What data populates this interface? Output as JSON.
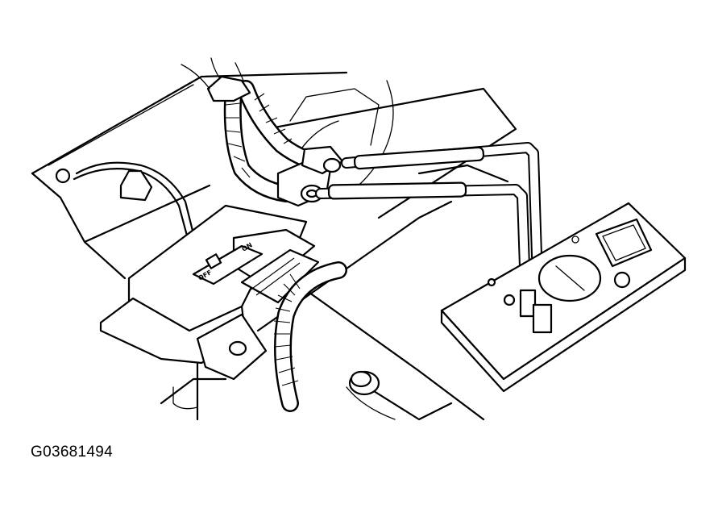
{
  "figure": {
    "id_label": "G03681494"
  },
  "switch_labels": {
    "on": "ON",
    "off": "OFF"
  },
  "colors": {
    "ink": "#000000",
    "paper": "#ffffff"
  }
}
